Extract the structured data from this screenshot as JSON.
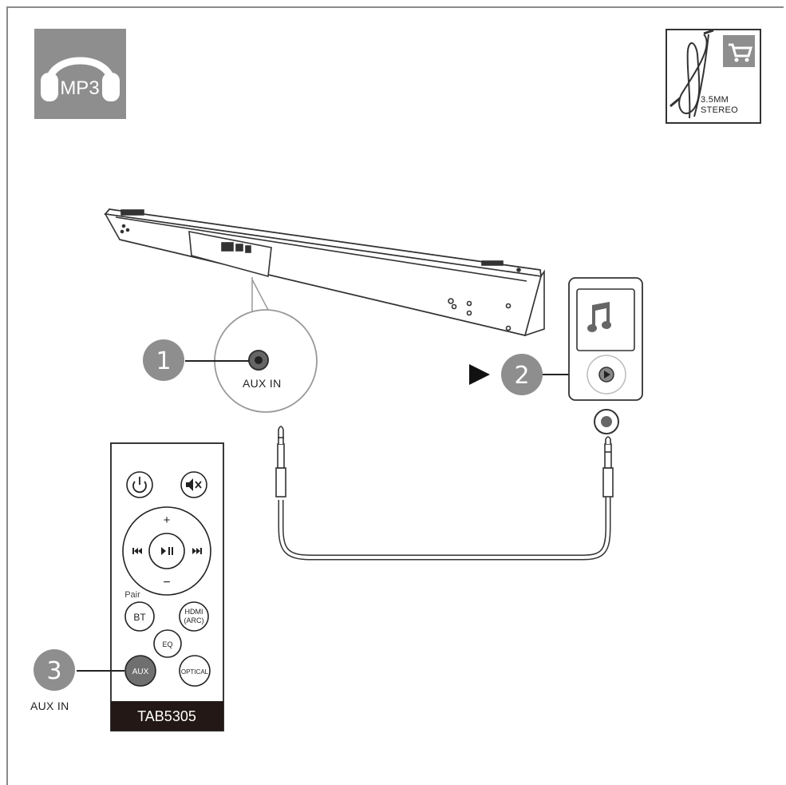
{
  "mp3_icon": {
    "label": "MP3",
    "color": "#8e8e8e"
  },
  "accessory": {
    "cable_label_line1": "3.5MM",
    "cable_label_line2": "STEREO",
    "icon": "cart-icon"
  },
  "steps": [
    {
      "number": "1",
      "label": "AUX IN"
    },
    {
      "number": "2"
    },
    {
      "number": "3",
      "label": "AUX IN"
    }
  ],
  "remote": {
    "model": "TAB5305",
    "buttons": {
      "plus": "+",
      "minus": "−",
      "pair_label": "Pair",
      "bt": "BT",
      "hdmi_line1": "HDMI",
      "hdmi_line2": "(ARC)",
      "eq": "EQ",
      "aux": "AUX",
      "optical": "OPTICAL"
    }
  },
  "colors": {
    "step_badge": "#8e8e8e",
    "aux_button": "#6f6f6f",
    "remote_footer": "#231815"
  }
}
